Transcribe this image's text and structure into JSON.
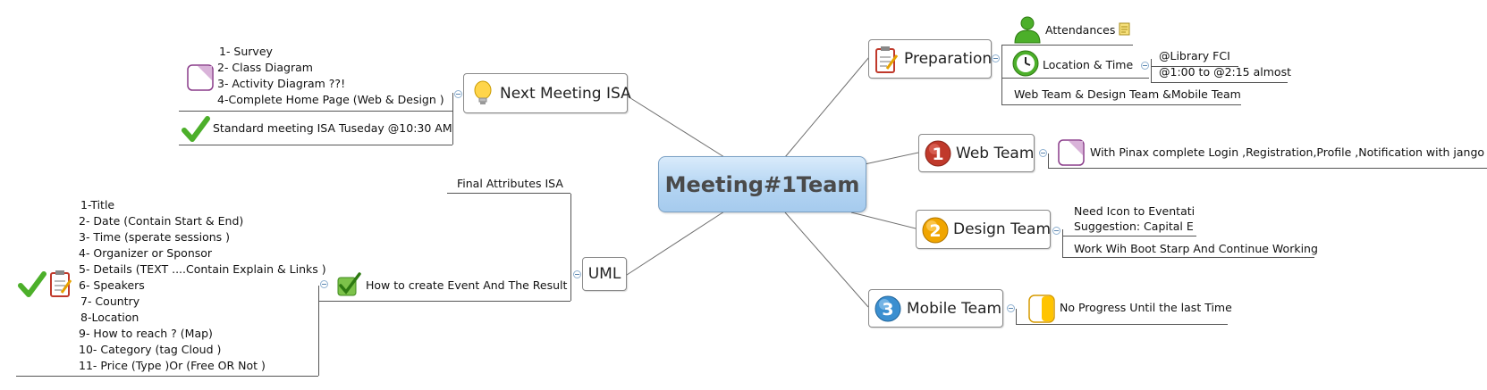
{
  "central": {
    "label": "Meeting#1Team",
    "color": "#b3d4f2"
  },
  "branches": {
    "next_meeting": {
      "label": "Next Meeting ISA",
      "notes": [
        "1- Survey",
        "2- Class Diagram",
        "3- Activity  Diagram ??!",
        "4-Complete  Home Page (Web & Design )"
      ],
      "standard": "Standard meeting ISA Tuseday @10:30 AM"
    },
    "uml": {
      "label": "UML",
      "final_attributes": "Final Attributes ISA",
      "how_to": "How to create Event  And The Result",
      "attributes": [
        "1-Title",
        "2- Date (Contain  Start & End)",
        "3- Time (sperate sessions )",
        "4- Organizer or Sponsor",
        "5- Details (TEXT ....Contain Explain & Links )",
        "6- Speakers",
        "7- Country",
        "8-Location",
        "9- How to reach ? (Map)",
        "10- Category (tag Cloud )",
        "11- Price (Type )Or (Free OR Not )"
      ]
    },
    "preparation": {
      "label": "Preparation",
      "attendances": "Attendances",
      "location_time": "Location & Time",
      "library": "@Library FCI",
      "time": "@1:00 to @2:15 almost",
      "teams": "Web Team & Design Team &Mobile Team"
    },
    "web_team": {
      "label": "Web Team",
      "badge": "1",
      "note": "With Pinax complete Login ,Registration,Profile ,Notification  with jango"
    },
    "design_team": {
      "label": "Design Team",
      "badge": "2",
      "need_icon": "Need Icon to  Eventati",
      "suggestion": "Suggestion: Capital E",
      "work": "Work Wih Boot Starp And Continue Working"
    },
    "mobile_team": {
      "label": "Mobile Team",
      "badge": "3",
      "note": "No Progress Until the last Time"
    }
  },
  "colors": {
    "connector": "#6f6f6f",
    "badge_red": "#c0392b",
    "badge_orange": "#f0a500",
    "badge_blue": "#3b8fd0",
    "check_green": "#4caf2a",
    "note_purple": "#a05aa0"
  }
}
